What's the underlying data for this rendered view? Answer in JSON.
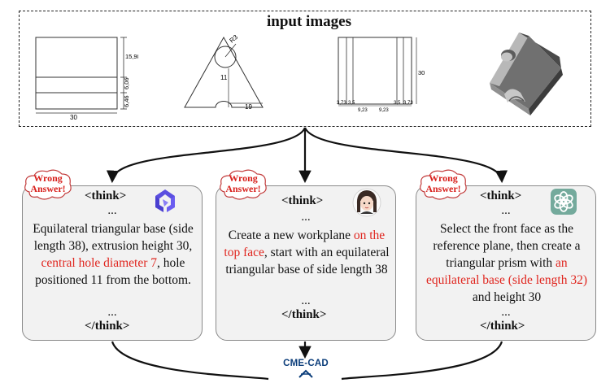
{
  "input": {
    "title": "input images",
    "drawing1": {
      "dim_height_total": "15,98",
      "dim_mid1": "6,06",
      "dim_mid2": "6,46",
      "dim_width": "30"
    },
    "drawing2": {
      "dim_radius": "R3",
      "dim_height": "11",
      "dim_width": "19"
    },
    "drawing3": {
      "dim_height": "30",
      "dim_a": "3,73",
      "dim_b": "3,5",
      "dim_c": "9,23",
      "dim_d": "9,23",
      "dim_e": "3,5",
      "dim_f": "3,73"
    }
  },
  "cards": [
    {
      "badge": [
        "Wrong",
        "Answer!"
      ],
      "think_open": "<think>",
      "ellipsis_top": "...",
      "text_parts": [
        {
          "text": "Equilateral triangular base (side length 38), extrusion height 30, ",
          "red": false
        },
        {
          "text": "central hole diameter 7",
          "red": true
        },
        {
          "text": ", hole positioned 11 from the bottom.",
          "red": false
        }
      ],
      "ellipsis_bottom": "...",
      "think_close": "</think>",
      "avatar_icon": "qwen-logo-icon"
    },
    {
      "badge": [
        "Wrong",
        "Answer!"
      ],
      "think_open": "<think>",
      "ellipsis_top": "...",
      "text_parts": [
        {
          "text": "Create a new workplane ",
          "red": false
        },
        {
          "text": "on the top face",
          "red": true
        },
        {
          "text": ", start with an equilateral triangular base of side length 38",
          "red": false
        }
      ],
      "ellipsis_bottom": "...",
      "think_close": "</think>",
      "avatar_icon": "girl-avatar-icon"
    },
    {
      "badge": [
        "Wrong",
        "Answer!"
      ],
      "think_open": "<think>",
      "ellipsis_top": "...",
      "text_parts": [
        {
          "text": "Select the front face as the reference plane, then create a triangular prism with ",
          "red": false
        },
        {
          "text": "an equilateral base (side length 32)",
          "red": true
        },
        {
          "text": " and height 30",
          "red": false
        }
      ],
      "ellipsis_bottom": "...",
      "think_close": "</think>",
      "avatar_icon": "openai-logo-icon"
    }
  ],
  "output": {
    "logo_text": "CME-CAD"
  },
  "colors": {
    "error_red": "#e0261f",
    "card_bg": "#f2f2f2",
    "part_gray": "#6e6e6e",
    "logo_blue": "#0b3d7a"
  }
}
